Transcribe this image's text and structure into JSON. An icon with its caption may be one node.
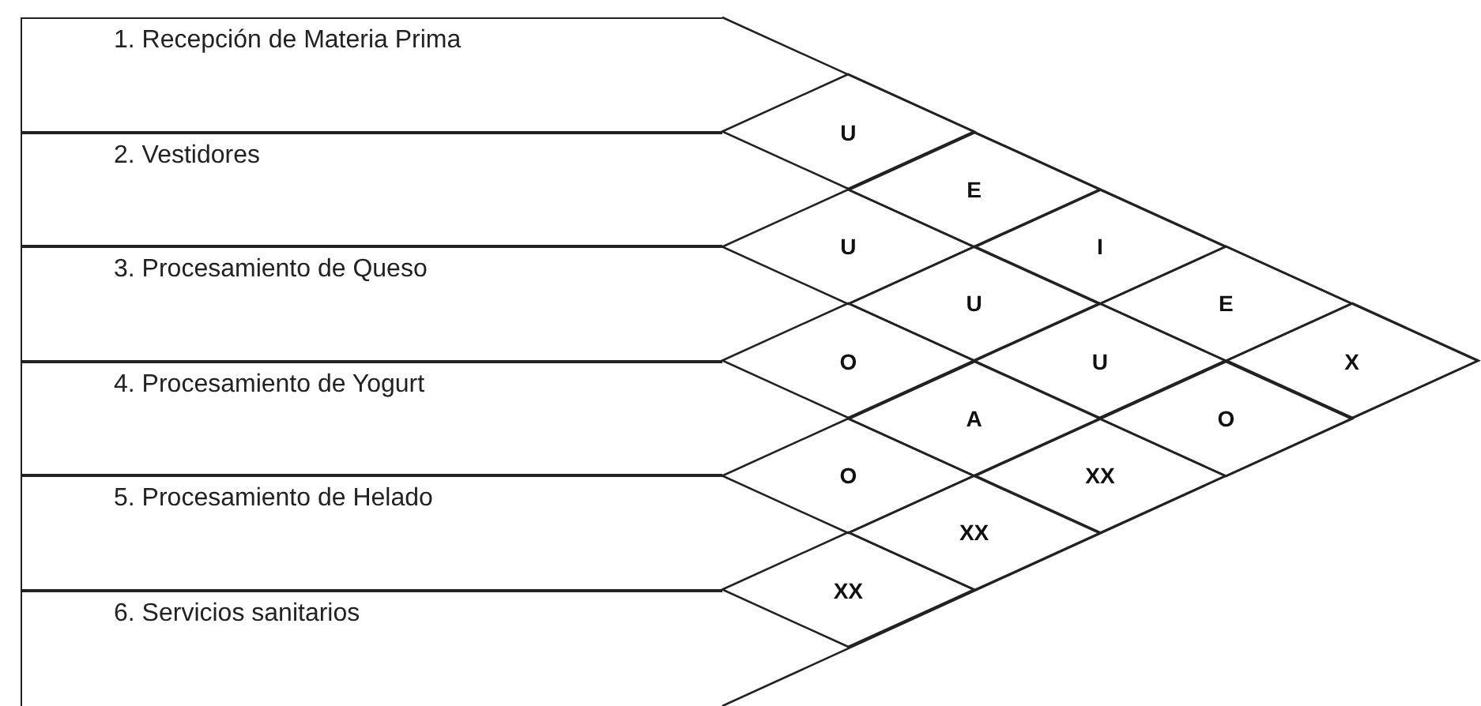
{
  "diagram": {
    "nodes": [
      {
        "text": [
          "1. Recepción de Materia Prima"
        ]
      },
      {
        "text": [
          "2. Vestidores"
        ]
      },
      {
        "text": [
          "3. Procesamiento de Queso"
        ]
      },
      {
        "text": [
          "4. Procesamiento de Yogurt"
        ]
      },
      {
        "text": [
          "5. Procesamiento de Helado"
        ]
      },
      {
        "text": [
          "6. Servicios sanitarios"
        ]
      },
      {
        "text": [
          "U"
        ]
      },
      {
        "text": [
          "E"
        ]
      },
      {
        "text": [
          "U"
        ]
      },
      {
        "text": [
          "I"
        ]
      },
      {
        "text": [
          "U"
        ]
      },
      {
        "text": [
          "E"
        ]
      },
      {
        "text": [
          "O"
        ]
      },
      {
        "text": [
          "U"
        ]
      },
      {
        "text": [
          "X"
        ]
      },
      {
        "text": [
          "A"
        ]
      },
      {
        "text": [
          "O"
        ]
      },
      {
        "text": [
          "O"
        ]
      },
      {
        "text": [
          "XX"
        ]
      },
      {
        "text": [
          "XX"
        ]
      },
      {
        "text": [
          "XX"
        ]
      }
    ]
  }
}
